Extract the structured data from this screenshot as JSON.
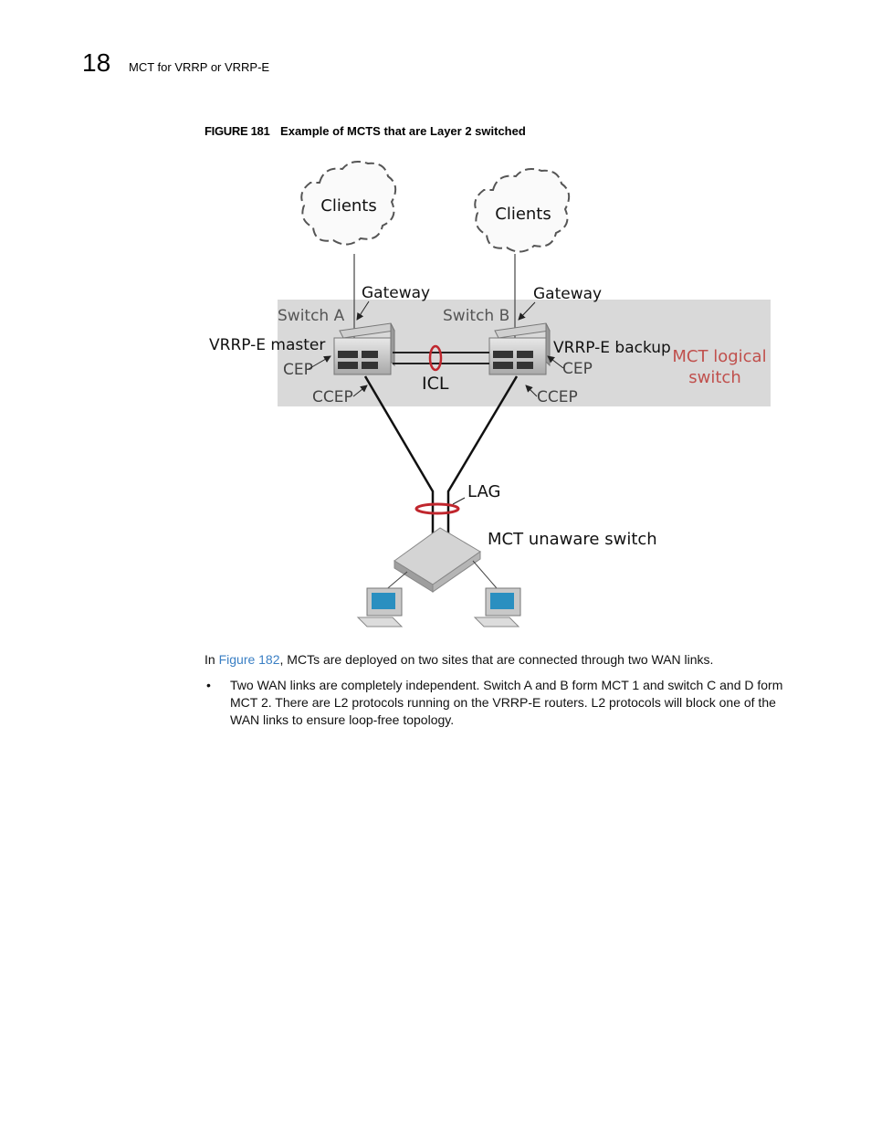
{
  "header": {
    "chapter_number": "18",
    "chapter_title": "MCT for VRRP or VRRP-E"
  },
  "figure": {
    "label": "FIGURE 181",
    "title": "Example of MCTS that are Layer 2 switched",
    "labels": {
      "clients_left": "Clients",
      "clients_right": "Clients",
      "gateway_left": "Gateway",
      "gateway_right": "Gateway",
      "switch_a": "Switch A",
      "switch_b": "Switch B",
      "vrrp_master": "VRRP-E master",
      "vrrp_backup": "VRRP-E backup",
      "cep_left": "CEP",
      "cep_right": "CEP",
      "icl": "ICL",
      "ccep_left": "CCEP",
      "ccep_right": "CCEP",
      "mct_logical_line1": "MCT logical",
      "mct_logical_line2": "switch",
      "lag": "LAG",
      "mct_unaware": "MCT unaware switch"
    },
    "colors": {
      "logical_switch_bg": "#d9d9d9",
      "mct_logical_text": "#c0504d",
      "ring": "#c0262d"
    }
  },
  "body": {
    "para_prefix": "In ",
    "para_link": "Figure 182",
    "para_suffix": ", MCTs are deployed on two sites that are connected through two WAN links.",
    "bullet_symbol": "•",
    "bullet_text": "Two WAN links are completely independent. Switch A and B form MCT 1 and switch C and D form MCT 2. There are L2 protocols running on the VRRP-E routers. L2 protocols will block one of the WAN links to ensure loop-free topology."
  }
}
